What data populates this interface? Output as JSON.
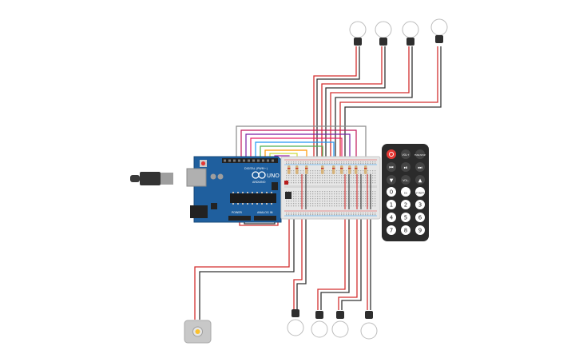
{
  "arduino": {
    "board_label": "UNO",
    "brand_label": "ARDUINO",
    "digital_label": "DIGITAL (PWM~)",
    "power_label": "POWER",
    "analog_label": "ANALOG IN"
  },
  "remote": {
    "keys": [
      "VOL+",
      "FUNC/STOP",
      "VOL-",
      "EQ",
      "ST/REPT",
      "0",
      "1",
      "2",
      "3",
      "4",
      "5",
      "6",
      "7",
      "8",
      "9"
    ]
  },
  "colors": {
    "board": "#1f5f9e",
    "wire_red": "#d32f2f",
    "wire_black": "#333333",
    "breadboard": "#e6e6e6",
    "remote_body": "#2b2b2b",
    "power_key": "#e53935"
  }
}
